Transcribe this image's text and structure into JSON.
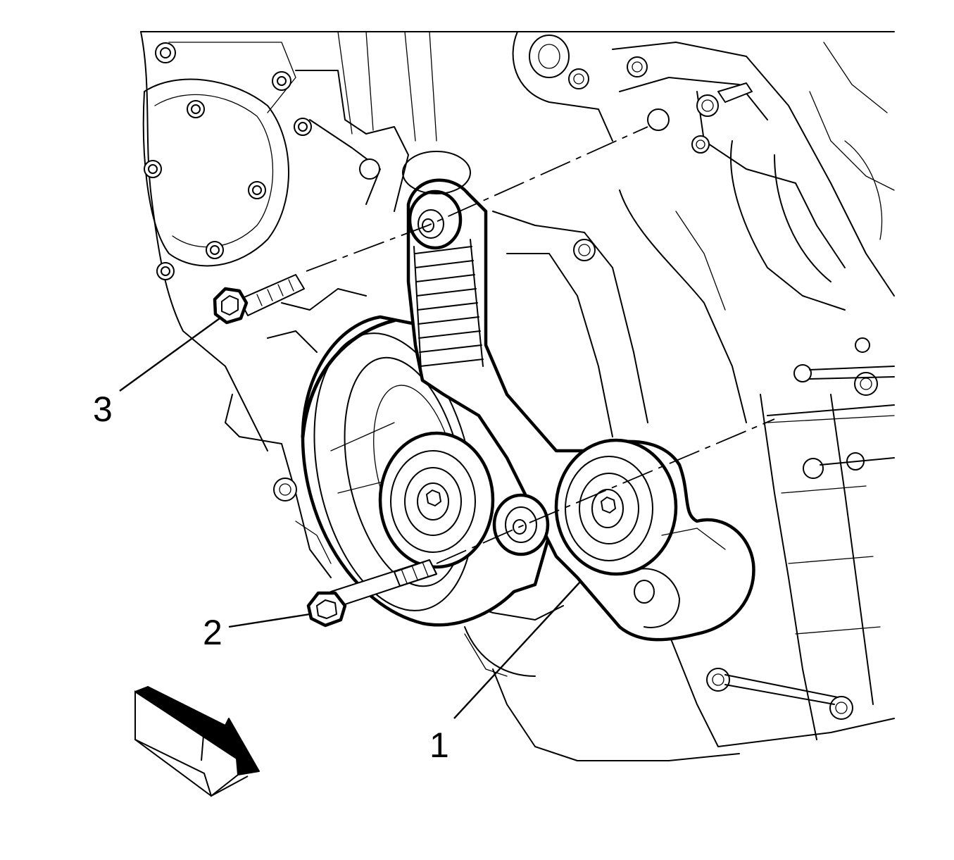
{
  "callouts": [
    {
      "id": "1",
      "text": "1",
      "part": "drive-belt-tensioner"
    },
    {
      "id": "2",
      "text": "2",
      "part": "tensioner-lower-bolt"
    },
    {
      "id": "3",
      "text": "3",
      "part": "tensioner-upper-bolt"
    }
  ],
  "view_arrow": {
    "direction": "front-of-vehicle"
  }
}
